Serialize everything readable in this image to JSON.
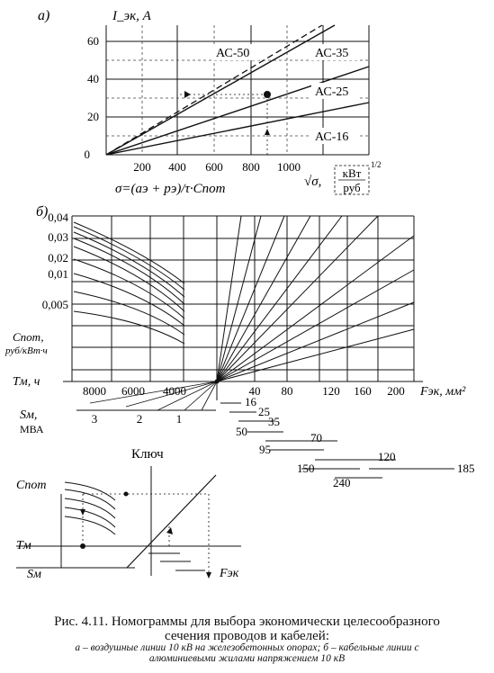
{
  "panel_a": {
    "label": "а)",
    "y_title": "I_эк, А",
    "y_ticks": [
      "0",
      "20",
      "40",
      "60"
    ],
    "x_ticks": [
      "200",
      "400",
      "600",
      "800",
      "1000"
    ],
    "x_formula": "σ=(aэ + pэ)/τ·Cпот",
    "x_right_label": "√σ,",
    "x_unit_num": "кВт",
    "x_unit_den": "руб",
    "x_unit_exp": "1/2",
    "lines": [
      "АС-50",
      "АС-35",
      "АС-25",
      "АС-16"
    ]
  },
  "panel_b": {
    "label": "б)",
    "c_ticks": [
      "0,04",
      "0,03",
      "0,02",
      "0,01",
      "0,005"
    ],
    "c_axis_label_1": "Cпот,",
    "c_axis_label_2": "руб/кВт·ч",
    "t_axis_label": "Tм, ч",
    "t_ticks": [
      "8000",
      "6000",
      "4000"
    ],
    "f_ticks": [
      "40",
      "80",
      "120",
      "160",
      "200"
    ],
    "f_axis_label": "Fэк, мм²",
    "s_axis_label_1": "Sм,",
    "s_axis_label_2": "МВА",
    "s_ticks": [
      "3",
      "2",
      "1"
    ],
    "sections": [
      "16",
      "25",
      "35",
      "50",
      "70",
      "95",
      "120",
      "150",
      "185",
      "240"
    ]
  },
  "key": {
    "title": "Ключ",
    "label_c": "Cпот",
    "label_t": "Tм",
    "label_s": "Sм",
    "label_f": "Fэк"
  },
  "caption": {
    "line1": "Рис. 4.11. Номограммы для выбора экономически целесообразного",
    "line2": "сечения проводов и кабелей:",
    "line3": "а – воздушные линии 10 кВ на железобетонных опорах; б – кабельные линии с",
    "line4": "алюминиевыми жилами напряжением 10 кВ"
  }
}
